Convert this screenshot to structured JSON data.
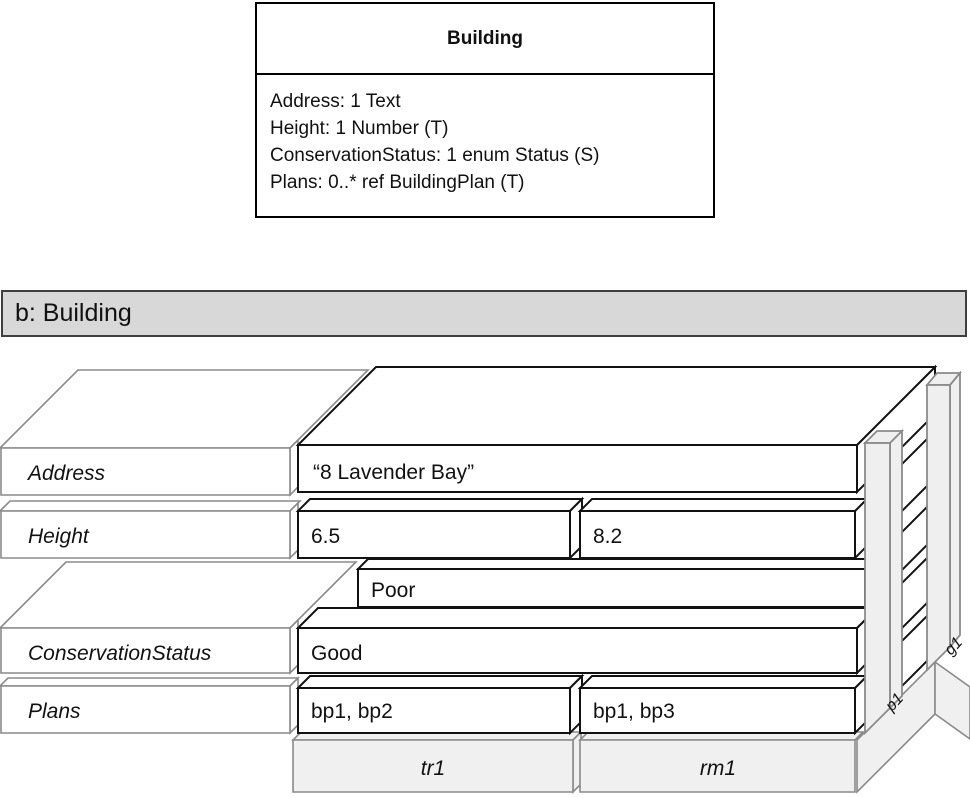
{
  "class_box": {
    "title": "Building",
    "attributes": [
      "Address: 1 Text",
      "Height: 1 Number (T)",
      "ConservationStatus: 1 enum Status (S)",
      "Plans: 0..* ref BuildingPlan (T)"
    ]
  },
  "instance": {
    "header": "b: Building",
    "rows": [
      {
        "label": "Address",
        "values": [
          "“8 Lavender Bay”"
        ]
      },
      {
        "label": "Height",
        "values": [
          "6.5",
          "8.2"
        ]
      },
      {
        "label": "ConservationStatus",
        "values": [
          "Good"
        ],
        "old_value": "Poor"
      },
      {
        "label": "Plans",
        "values": [
          "bp1, bp2",
          "bp1, bp3"
        ]
      }
    ],
    "columns": [
      "tr1",
      "rm1"
    ],
    "side_tags": [
      "p1",
      "g1"
    ]
  },
  "colors": {
    "header_fill": "#d8d8d8",
    "gray_slab_fill": "#f0f0f0",
    "bar_fill": "#efefef",
    "value_outline": "#121212",
    "gray_outline": "#8a8a8a"
  }
}
